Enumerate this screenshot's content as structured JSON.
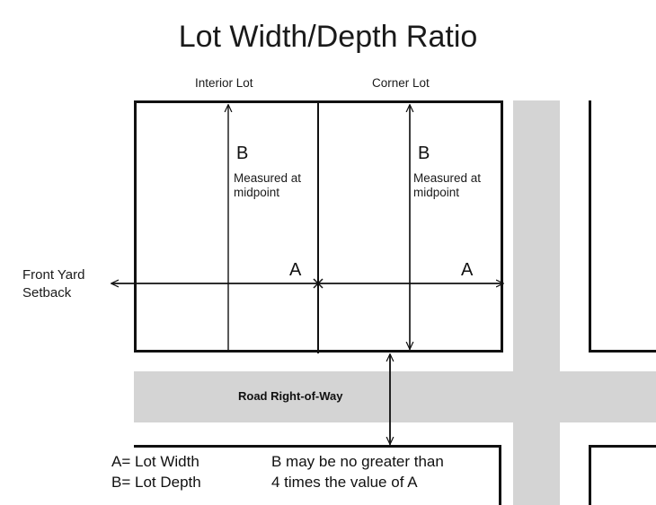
{
  "title": "Lot Width/Depth Ratio",
  "captions": {
    "interior_lot": "Interior Lot",
    "corner_lot": "Corner Lot"
  },
  "dimensions": {
    "depth_letter": "B",
    "width_letter": "A",
    "midpoint_note": "Measured at\nmidpoint"
  },
  "labels": {
    "front_yard_setback": "Front Yard\nSetback",
    "road_right_of_way": "Road Right-of-Way"
  },
  "legend": {
    "left": "A= Lot Width\nB= Lot Depth",
    "right": "B may be no greater than\n4 times the value of A"
  },
  "colors": {
    "road_fill": "#d4d4d4",
    "line": "#111111",
    "text": "#1a1a1a",
    "background": "#ffffff"
  },
  "icons": {
    "midpoint_marker": "asterisk-marker-icon",
    "depth_arrow": "double-arrow-vertical-icon",
    "width_arrow": "double-arrow-horizontal-icon",
    "row_width_arrow": "double-arrow-vertical-icon"
  }
}
